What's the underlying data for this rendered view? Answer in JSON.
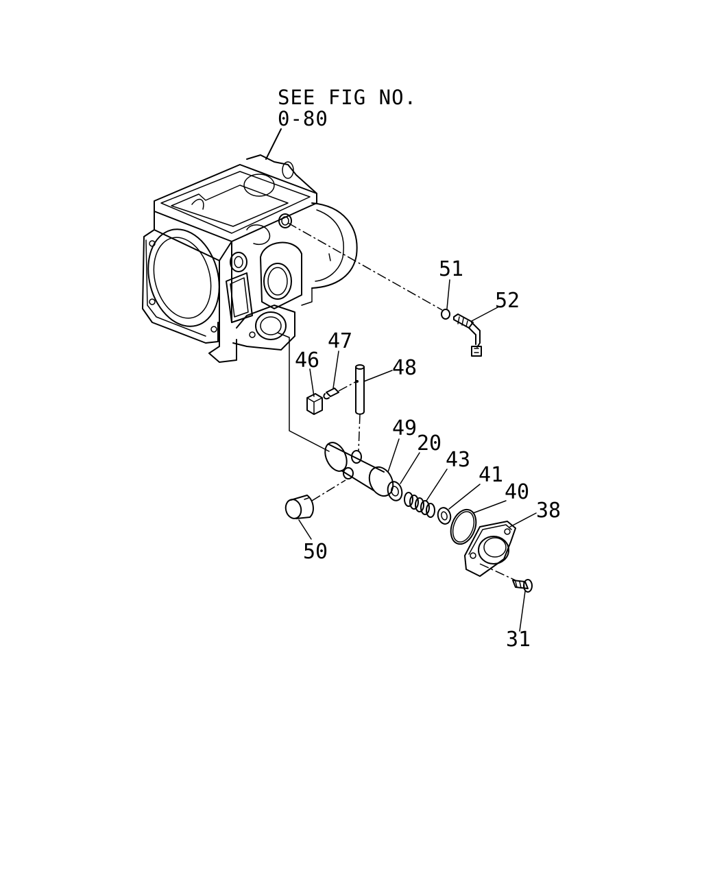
{
  "reference": {
    "line1": "SEE FIG NO.",
    "line2": "0-80"
  },
  "callouts": {
    "c51": "51",
    "c52": "52",
    "c47": "47",
    "c46": "46",
    "c48": "48",
    "c49": "49",
    "c20": "20",
    "c43": "43",
    "c41": "41",
    "c40": "40",
    "c38": "38",
    "c50": "50",
    "c31": "31"
  }
}
